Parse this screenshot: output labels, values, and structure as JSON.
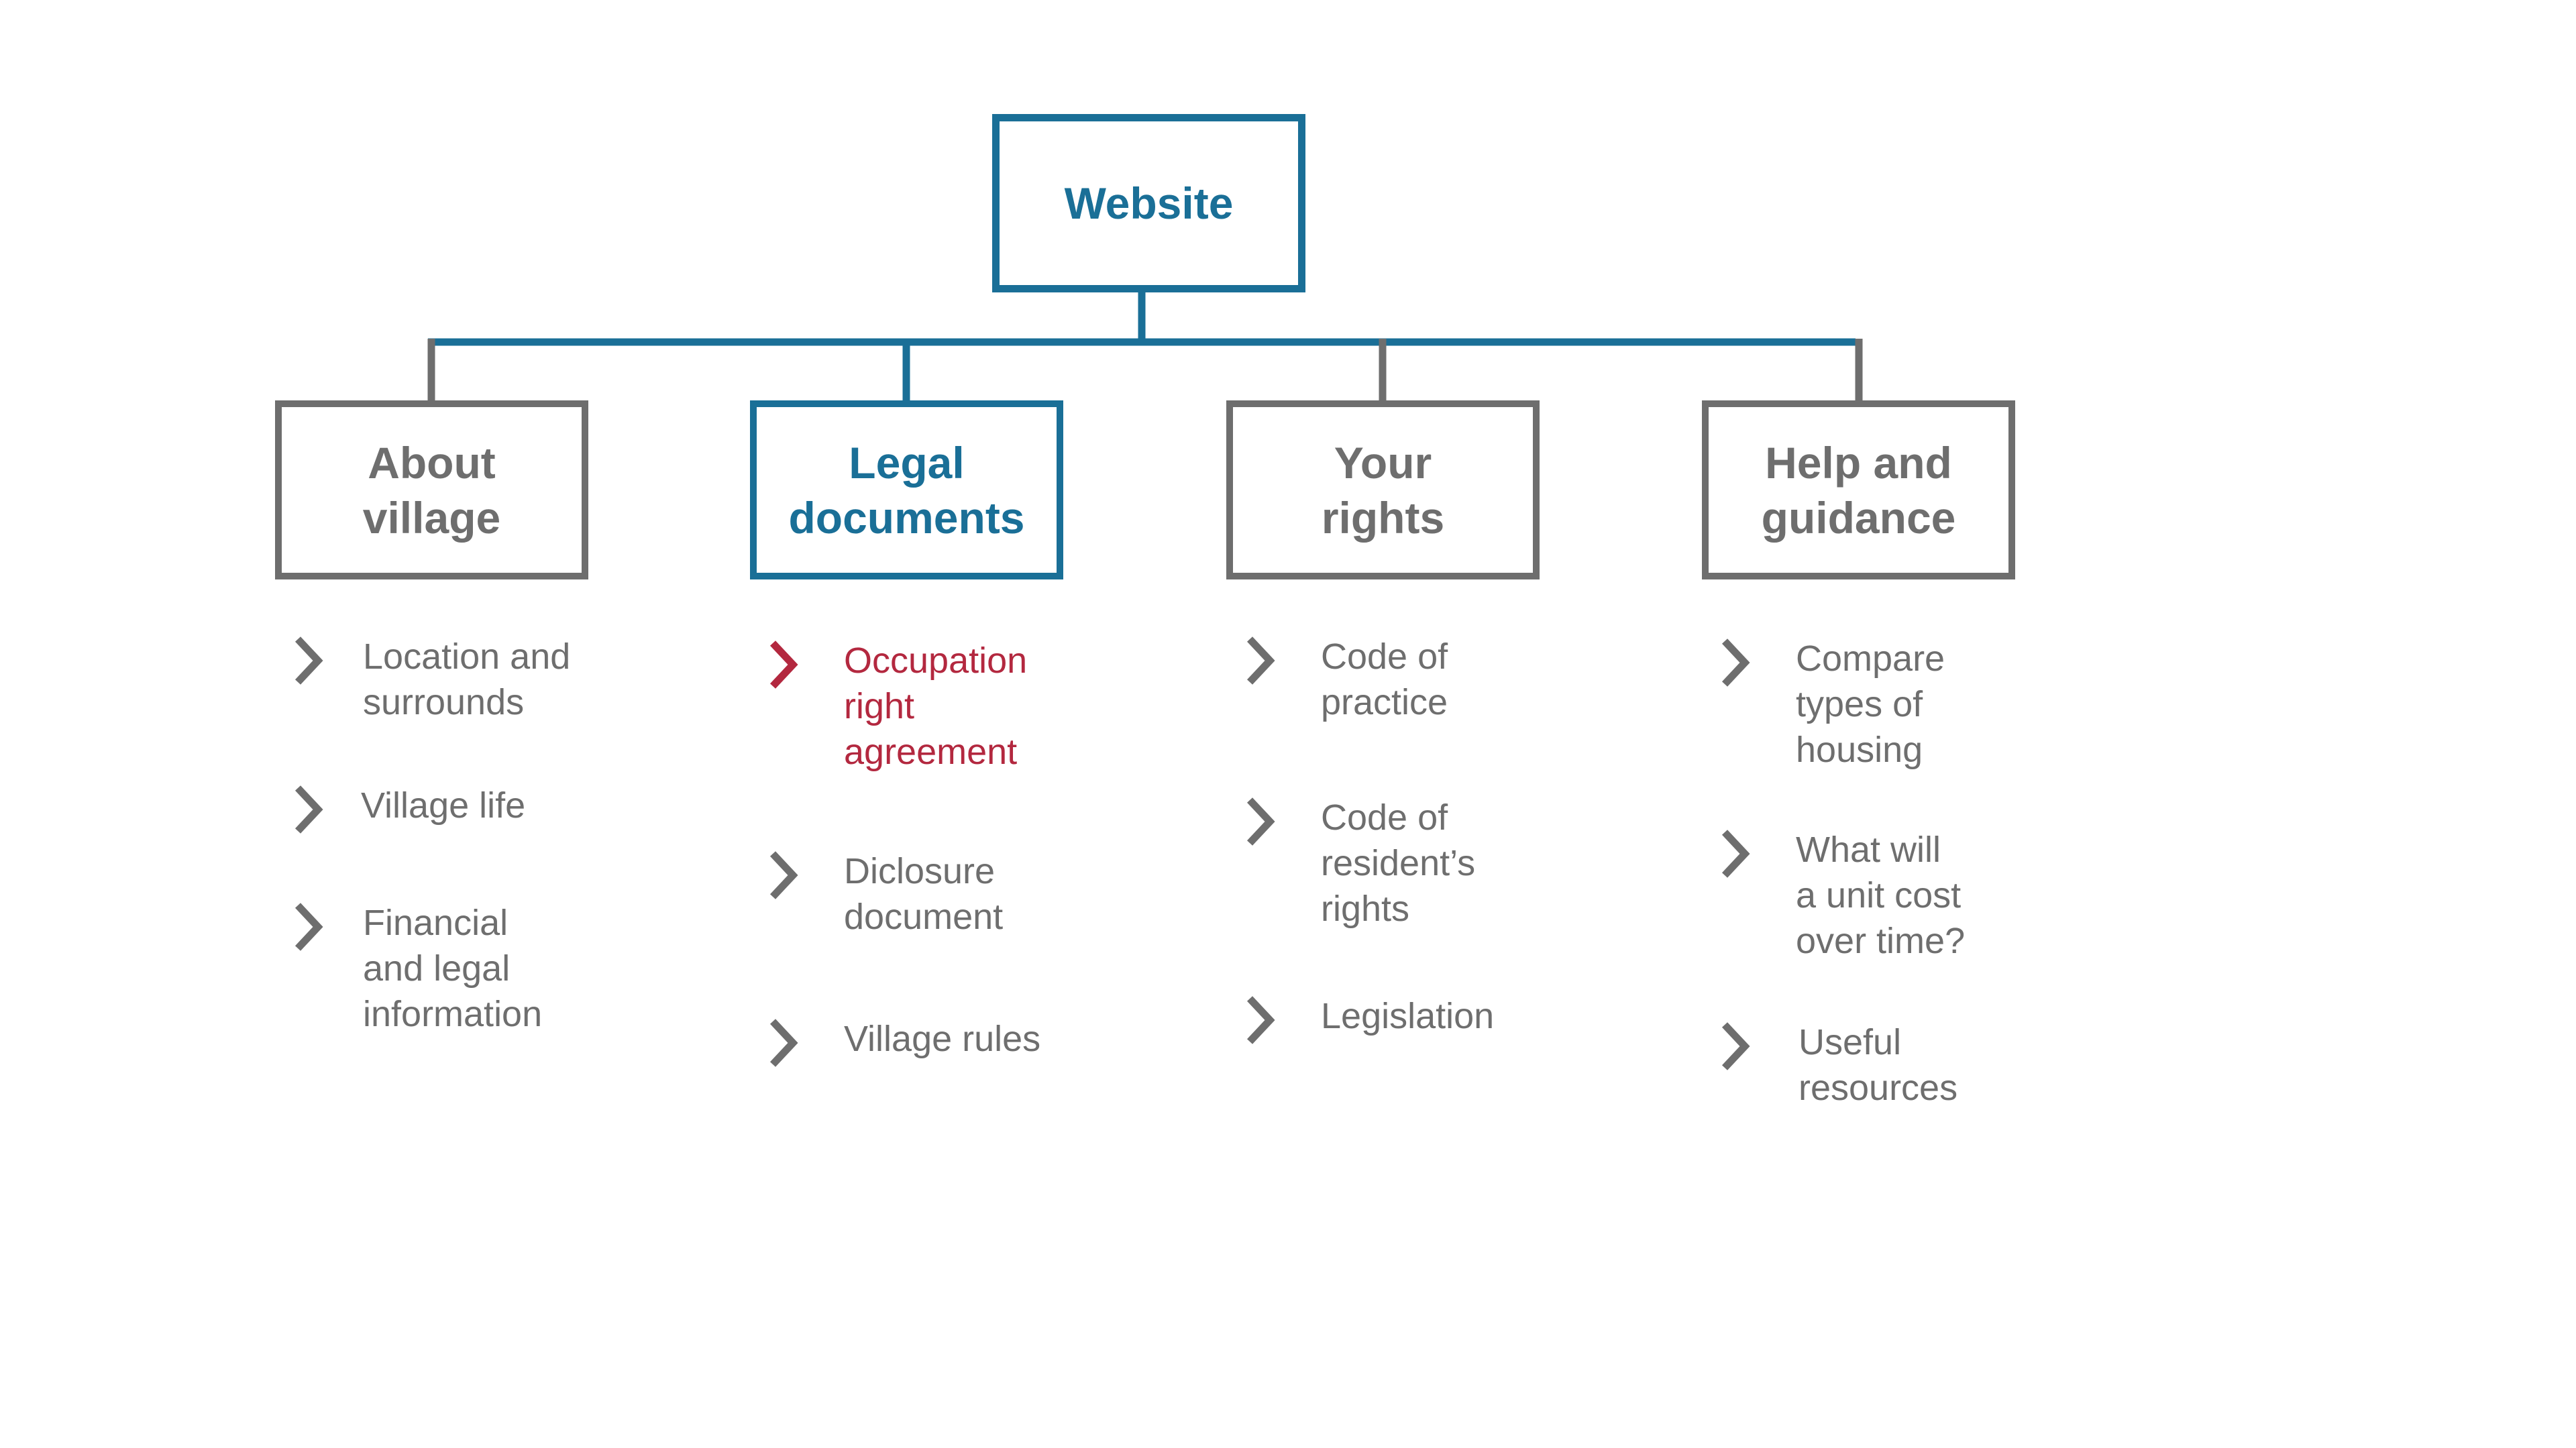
{
  "diagram": {
    "root": {
      "label": "Website"
    },
    "categories": [
      {
        "label": "About\nvillage",
        "active": false,
        "items": [
          {
            "label": "Location and\nsurrounds",
            "active": false
          },
          {
            "label": "Village life",
            "active": false
          },
          {
            "label": "Financial\nand legal\ninformation",
            "active": false
          }
        ]
      },
      {
        "label": "Legal\ndocuments",
        "active": true,
        "items": [
          {
            "label": "Occupation\nright\nagreement",
            "active": true
          },
          {
            "label": "Diclosure\ndocument",
            "active": false
          },
          {
            "label": "Village rules",
            "active": false
          }
        ]
      },
      {
        "label": "Your\nrights",
        "active": false,
        "items": [
          {
            "label": "Code of\npractice",
            "active": false
          },
          {
            "label": "Code of\nresident’s\nrights",
            "active": false
          },
          {
            "label": "Legislation",
            "active": false
          }
        ]
      },
      {
        "label": "Help and\nguidance",
        "active": false,
        "items": [
          {
            "label": "Compare\ntypes of\nhousing",
            "active": false
          },
          {
            "label": "What will\na unit cost\nover time?",
            "active": false
          },
          {
            "label": "Useful\nresources",
            "active": false
          }
        ]
      }
    ]
  },
  "colors": {
    "blue": "#1a6f97",
    "gray": "#6e6e6e",
    "red": "#b3283f"
  },
  "icons": {
    "item_marker": "chevron-right-icon"
  }
}
